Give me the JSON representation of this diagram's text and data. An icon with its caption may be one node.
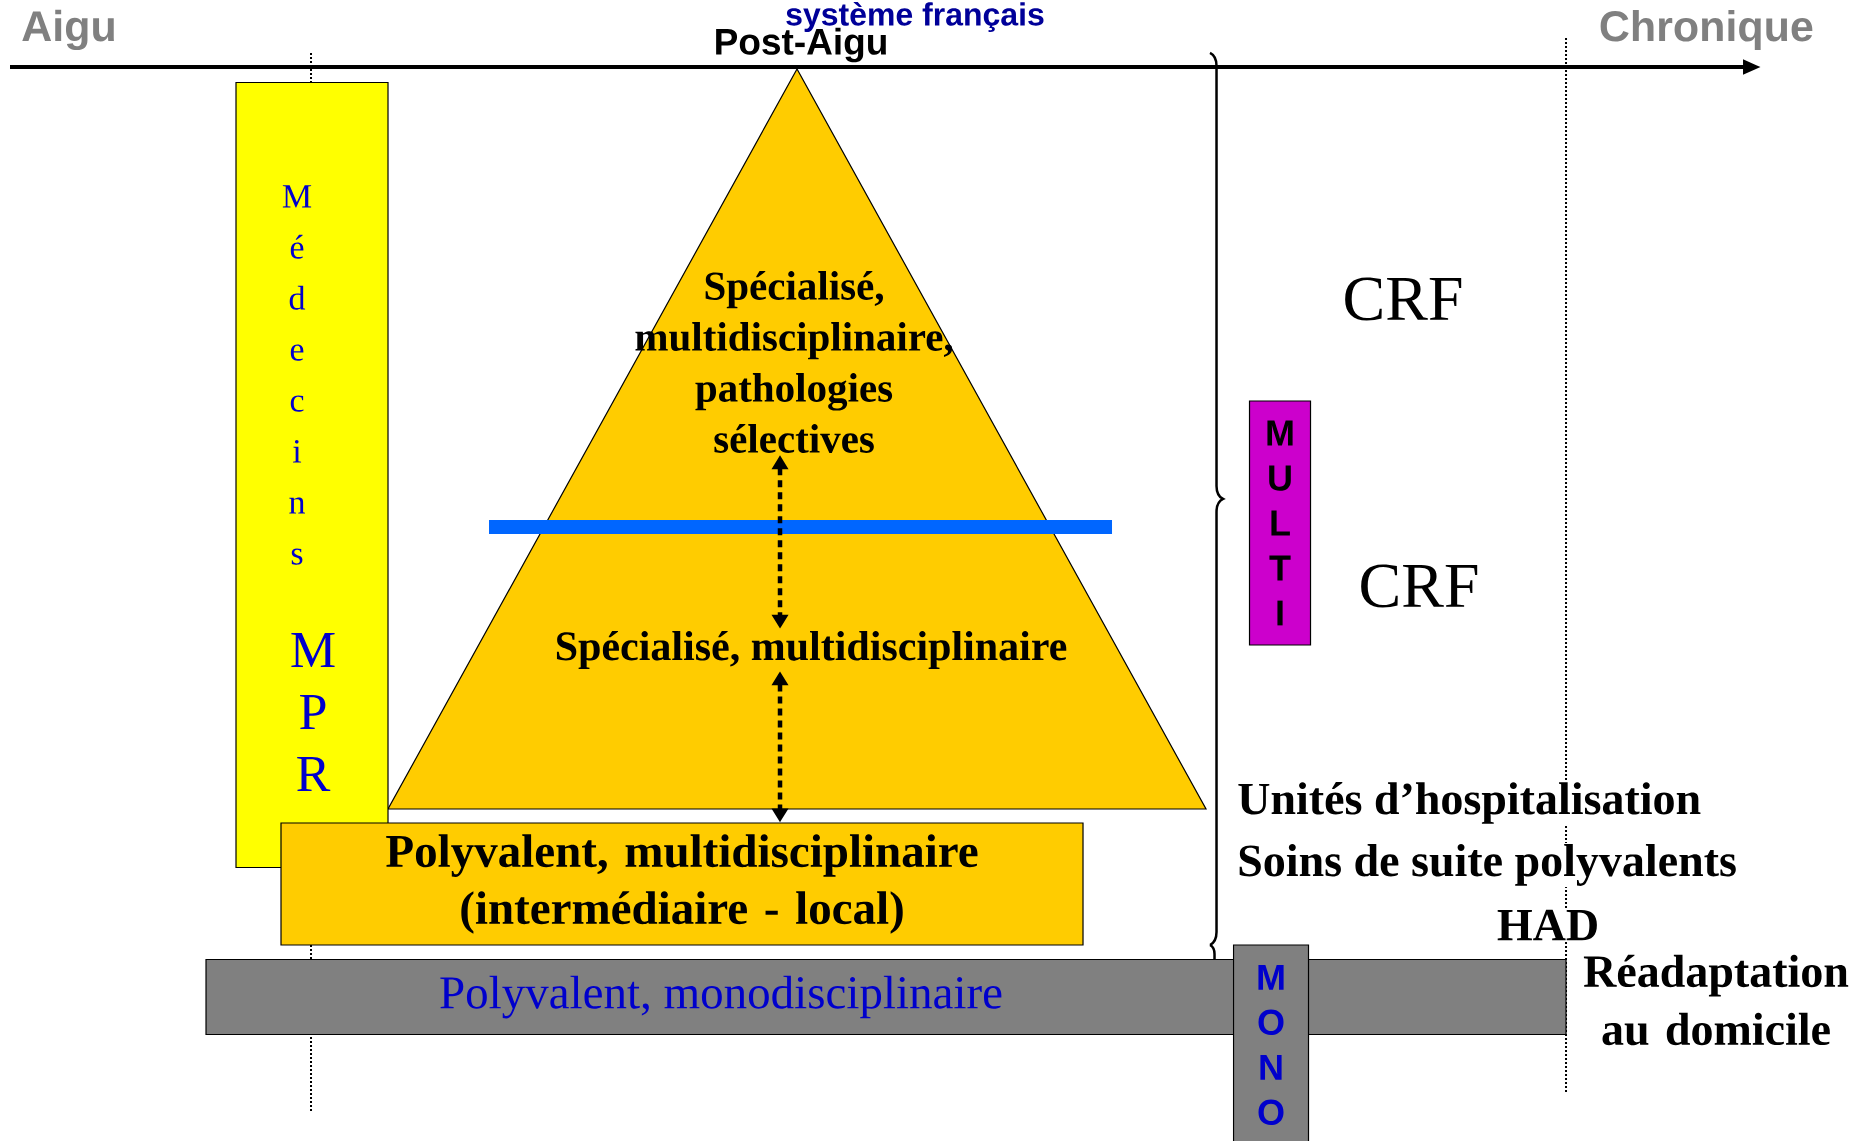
{
  "diagram": {
    "title": "système français",
    "nodes": [
      {
        "text": [
          "Médecins",
          "MPR"
        ]
      },
      {
        "text": [
          "Spécialisé, multidisciplinaire, pathologies sélectives"
        ]
      },
      {
        "text": [
          "Spécialisé, multidisciplinaire"
        ]
      },
      {
        "text": [
          "Polyvalent, multidisciplinaire (intermédiaire - local)"
        ]
      },
      {
        "text": [
          "Polyvalent, monodisciplinaire"
        ]
      },
      {
        "text": [
          "MULTI"
        ]
      },
      {
        "text": [
          "MONO"
        ]
      }
    ],
    "edges": [
      {
        "from": 1,
        "to": 2,
        "arrow": "both",
        "style": "dashed"
      },
      {
        "from": 2,
        "to": 3,
        "arrow": "both",
        "style": "dashed"
      }
    ],
    "labels": [
      "Aigu",
      "Post-Aigu",
      "Chronique",
      "CRF",
      "CRF",
      "Unités d’hospitalisation",
      "Soins de suite polyvalents",
      "HAD",
      "Réadaptation au domicile"
    ]
  }
}
